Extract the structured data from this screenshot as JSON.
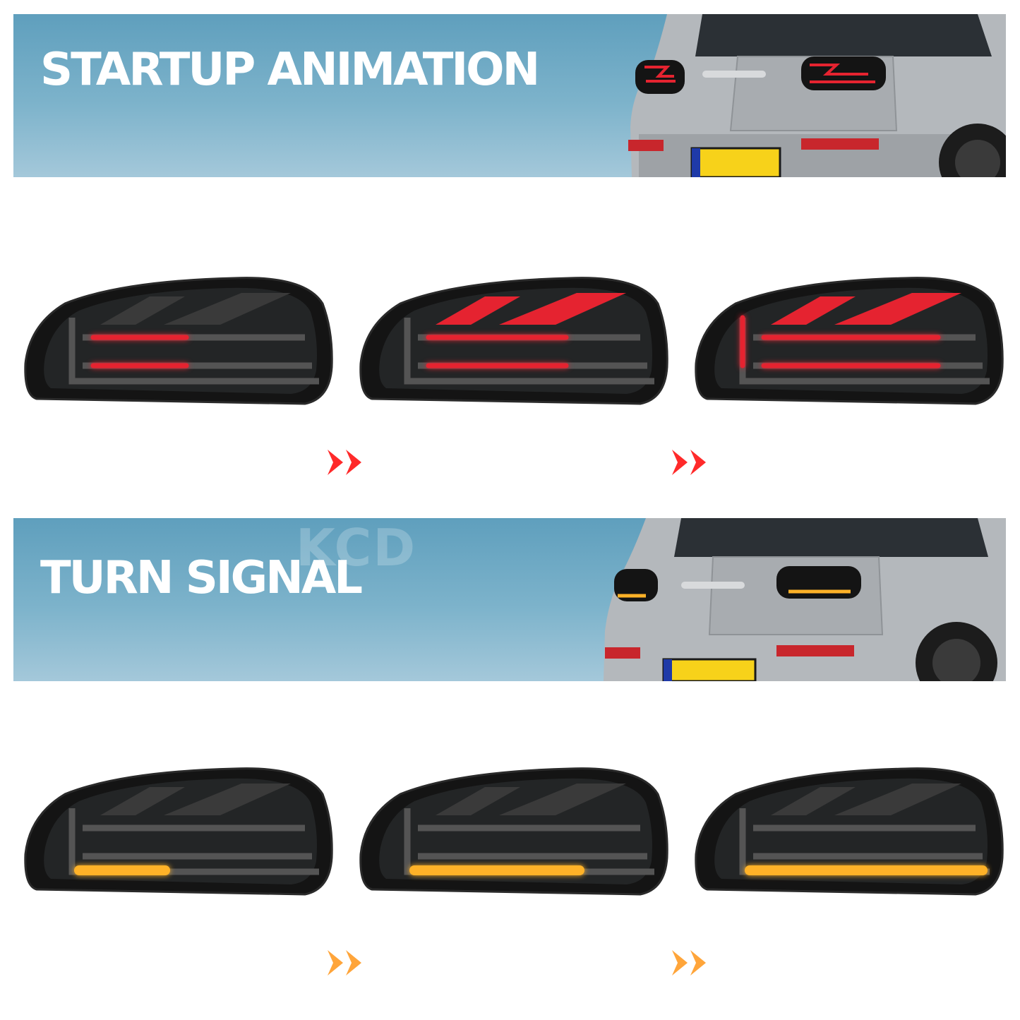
{
  "sections": [
    {
      "title": "STARTUP ANIMATION",
      "lamp_color": "#e52330",
      "arrow_color": "#ff2a2a",
      "stages": [
        0.45,
        0.75,
        1.0
      ]
    },
    {
      "title": "TURN SIGNAL",
      "lamp_color": "#ffb228",
      "arrow_color": "#ffa53a",
      "stages": [
        0.35,
        0.7,
        1.0
      ]
    }
  ],
  "watermark": "KCD",
  "icons": {
    "arrow": "double-chevron-right-icon",
    "watermark": "kcd-logo"
  },
  "colors": {
    "banner_blue": "#6fa9c4",
    "plate_yellow": "#f7d21a",
    "lamp_body": "#141414"
  }
}
